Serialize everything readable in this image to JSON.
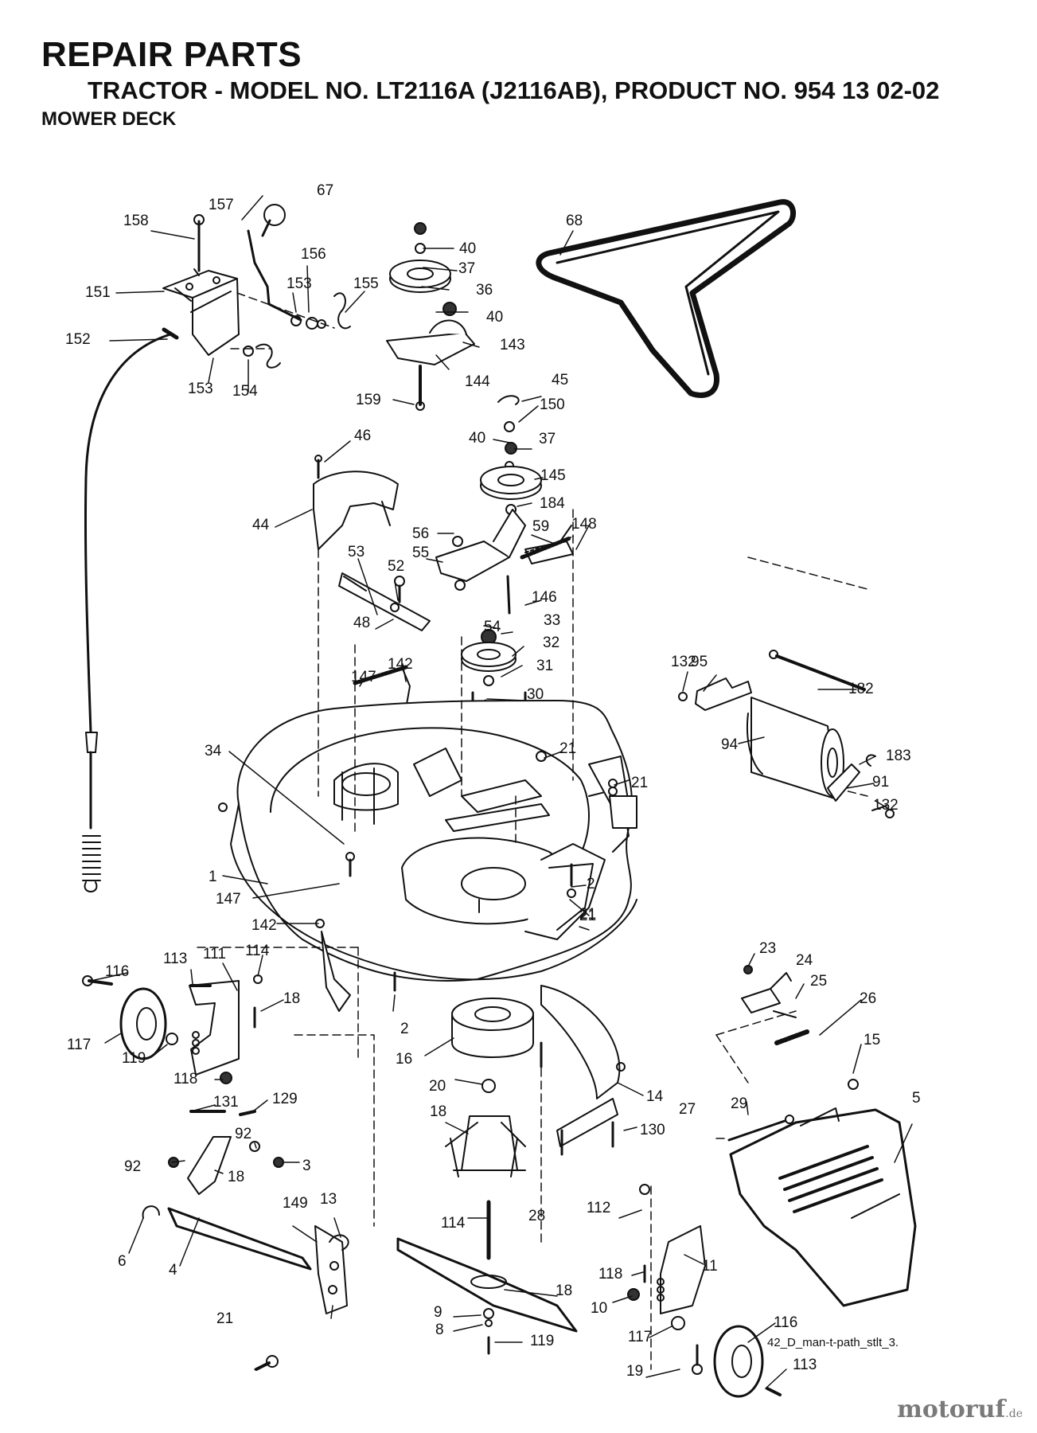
{
  "header": {
    "title": "REPAIR PARTS",
    "subtitle": "TRACTOR - MODEL NO. LT2116A (J2116AB), PRODUCT NO. 954 13 02-02",
    "section": "MOWER DECK"
  },
  "file_note": "42_D_man-t-path_stlt_3.",
  "watermark": {
    "brand": "motoruf",
    "suffix": ".de"
  },
  "part_labels": [
    "67",
    "157",
    "158",
    "151",
    "152",
    "153",
    "154",
    "156",
    "153",
    "155",
    "40",
    "37",
    "36",
    "40",
    "143",
    "144",
    "159",
    "68",
    "45",
    "150",
    "40",
    "37",
    "145",
    "184",
    "46",
    "44",
    "56",
    "55",
    "59",
    "148",
    "53",
    "52",
    "48",
    "146",
    "54",
    "33",
    "32",
    "31",
    "30",
    "147",
    "142",
    "132",
    "95",
    "182",
    "94",
    "183",
    "91",
    "132",
    "34",
    "21",
    "21",
    "1",
    "147",
    "2",
    "21",
    "142",
    "116",
    "113",
    "111",
    "114",
    "18",
    "117",
    "119",
    "118",
    "16",
    "2",
    "21",
    "23",
    "24",
    "25",
    "26",
    "15",
    "20",
    "14",
    "18",
    "130",
    "131",
    "129",
    "92",
    "92",
    "3",
    "18",
    "28",
    "29",
    "27",
    "5",
    "6",
    "4",
    "149",
    "13",
    "114",
    "112",
    "11",
    "18",
    "118",
    "10",
    "9",
    "8",
    "119",
    "117",
    "116",
    "113",
    "19",
    "21"
  ]
}
